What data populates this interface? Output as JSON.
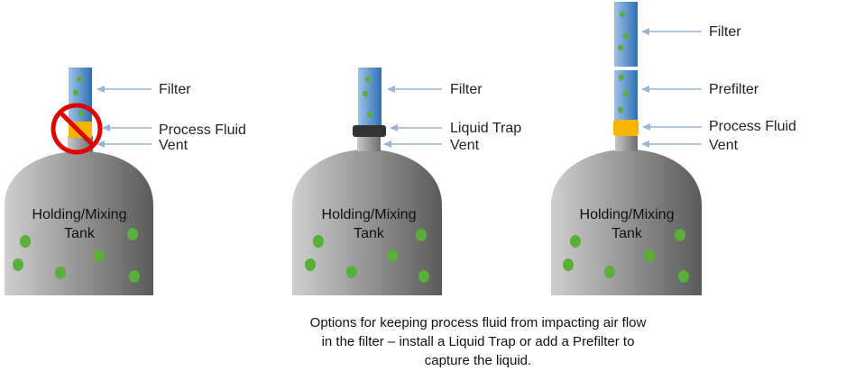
{
  "colors": {
    "tank_light": "#cfcfcf",
    "tank_dark": "#5a5a5a",
    "filter_light": "#9fc3ea",
    "filter_dark": "#2f6fb3",
    "fluid": "#f7b500",
    "trap": "#333333",
    "vent": "#8a8a8a",
    "particle": "#5aae3a",
    "arrow": "#9bb3d6",
    "no_sign": "#e00000"
  },
  "panels": [
    {
      "tank": {
        "line1": "Holding/Mixing",
        "line2": "Tank"
      },
      "labels": {
        "filter": "Filter",
        "fluid": "Process Fluid",
        "vent": "Vent"
      }
    },
    {
      "tank": {
        "line1": "Holding/Mixing",
        "line2": "Tank"
      },
      "labels": {
        "filter": "Filter",
        "trap": "Liquid Trap",
        "vent": "Vent"
      }
    },
    {
      "tank": {
        "line1": "Holding/Mixing",
        "line2": "Tank"
      },
      "labels": {
        "filter": "Filter",
        "prefilter": "Prefilter",
        "fluid": "Process Fluid",
        "vent": "Vent"
      }
    }
  ],
  "caption": {
    "line1": "Options for keeping process fluid from impacting air flow",
    "line2": "in the filter – install a Liquid Trap or add a Prefilter to",
    "line3": "capture the liquid."
  }
}
